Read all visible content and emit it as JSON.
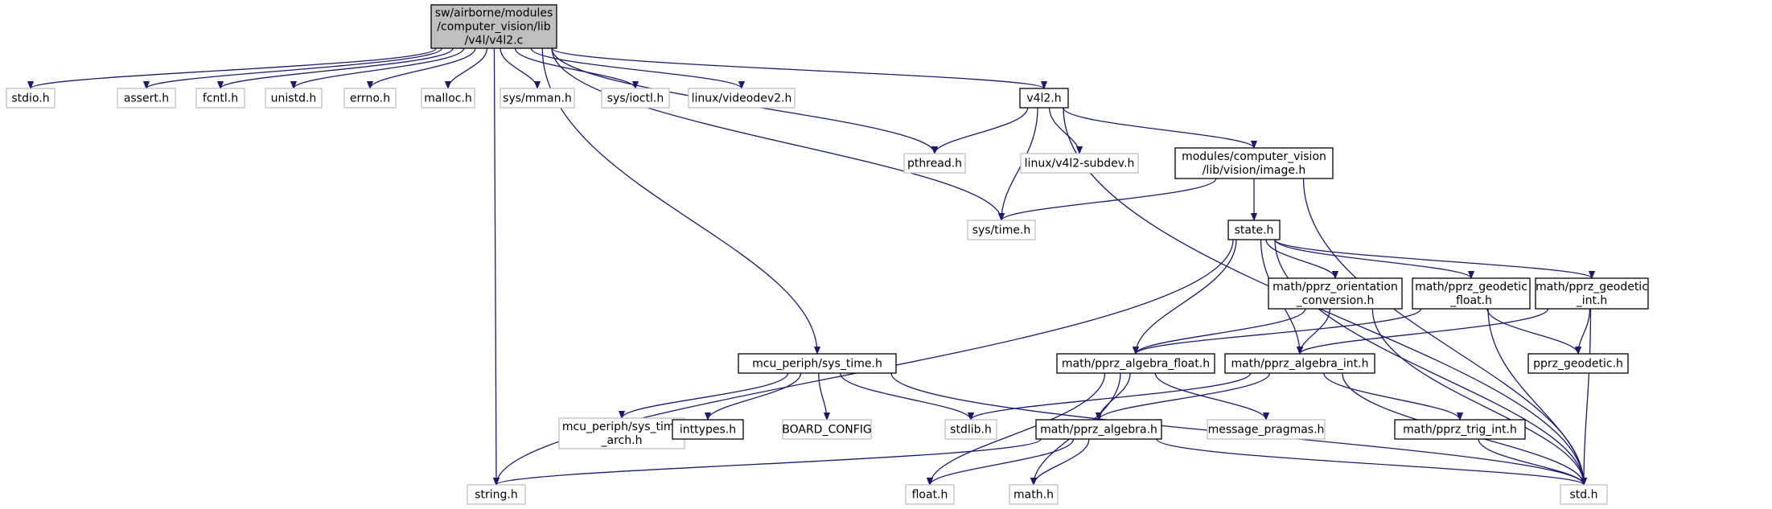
{
  "graph": {
    "nodes": [
      {
        "id": "v4l2_c",
        "lines": [
          "sw/airborne/modules",
          "/computer_vision/lib",
          "/v4l/v4l2.c"
        ],
        "root": true
      },
      {
        "id": "stdio_h",
        "lines": [
          "stdio.h"
        ],
        "missing": true
      },
      {
        "id": "assert_h",
        "lines": [
          "assert.h"
        ],
        "missing": true
      },
      {
        "id": "fcntl_h",
        "lines": [
          "fcntl.h"
        ],
        "missing": true
      },
      {
        "id": "unistd_h",
        "lines": [
          "unistd.h"
        ],
        "missing": true
      },
      {
        "id": "errno_h",
        "lines": [
          "errno.h"
        ],
        "missing": true
      },
      {
        "id": "malloc_h",
        "lines": [
          "malloc.h"
        ],
        "missing": true
      },
      {
        "id": "sys_mman_h",
        "lines": [
          "sys/mman.h"
        ],
        "missing": true
      },
      {
        "id": "sys_ioctl_h",
        "lines": [
          "sys/ioctl.h"
        ],
        "missing": true
      },
      {
        "id": "linux_videodev2_h",
        "lines": [
          "linux/videodev2.h"
        ],
        "missing": true
      },
      {
        "id": "v4l2_h",
        "lines": [
          "v4l2.h"
        ]
      },
      {
        "id": "pthread_h",
        "lines": [
          "pthread.h"
        ],
        "missing": true
      },
      {
        "id": "linux_v4l2_subdev_h",
        "lines": [
          "linux/v4l2-subdev.h"
        ],
        "missing": true
      },
      {
        "id": "image_h",
        "lines": [
          "modules/computer_vision",
          "/lib/vision/image.h"
        ]
      },
      {
        "id": "sys_time_h",
        "lines": [
          "sys/time.h"
        ],
        "missing": true
      },
      {
        "id": "state_h",
        "lines": [
          "state.h"
        ]
      },
      {
        "id": "orientation_conversion_h",
        "lines": [
          "math/pprz_orientation",
          "_conversion.h"
        ]
      },
      {
        "id": "geodetic_float_h",
        "lines": [
          "math/pprz_geodetic",
          "_float.h"
        ]
      },
      {
        "id": "geodetic_int_h",
        "lines": [
          "math/pprz_geodetic",
          "_int.h"
        ]
      },
      {
        "id": "mcu_sys_time_h",
        "lines": [
          "mcu_periph/sys_time.h"
        ]
      },
      {
        "id": "algebra_float_h",
        "lines": [
          "math/pprz_algebra_float.h"
        ]
      },
      {
        "id": "algebra_int_h",
        "lines": [
          "math/pprz_algebra_int.h"
        ]
      },
      {
        "id": "pprz_geodetic_h",
        "lines": [
          "pprz_geodetic.h"
        ]
      },
      {
        "id": "sys_time_arch_h",
        "lines": [
          "mcu_periph/sys_time",
          "_arch.h"
        ],
        "missing": true
      },
      {
        "id": "inttypes_h",
        "lines": [
          "inttypes.h"
        ]
      },
      {
        "id": "board_config",
        "lines": [
          "BOARD_CONFIG"
        ],
        "missing": true
      },
      {
        "id": "stdlib_h",
        "lines": [
          "stdlib.h"
        ],
        "missing": true
      },
      {
        "id": "algebra_h",
        "lines": [
          "math/pprz_algebra.h"
        ]
      },
      {
        "id": "message_pragmas_h",
        "lines": [
          "message_pragmas.h"
        ],
        "missing": true
      },
      {
        "id": "trig_int_h",
        "lines": [
          "math/pprz_trig_int.h"
        ]
      },
      {
        "id": "string_h",
        "lines": [
          "string.h"
        ],
        "missing": true
      },
      {
        "id": "float_h",
        "lines": [
          "float.h"
        ],
        "missing": true
      },
      {
        "id": "math_h",
        "lines": [
          "math.h"
        ],
        "missing": true
      },
      {
        "id": "std_h",
        "lines": [
          "std.h"
        ],
        "missing": true
      }
    ],
    "edges": [
      [
        "v4l2_c",
        "stdio_h"
      ],
      [
        "v4l2_c",
        "assert_h"
      ],
      [
        "v4l2_c",
        "fcntl_h"
      ],
      [
        "v4l2_c",
        "unistd_h"
      ],
      [
        "v4l2_c",
        "errno_h"
      ],
      [
        "v4l2_c",
        "malloc_h"
      ],
      [
        "v4l2_c",
        "sys_mman_h"
      ],
      [
        "v4l2_c",
        "sys_ioctl_h"
      ],
      [
        "v4l2_c",
        "linux_videodev2_h"
      ],
      [
        "v4l2_c",
        "v4l2_h"
      ],
      [
        "v4l2_c",
        "pthread_h"
      ],
      [
        "v4l2_c",
        "sys_time_h"
      ],
      [
        "v4l2_c",
        "mcu_sys_time_h"
      ],
      [
        "v4l2_c",
        "string_h"
      ],
      [
        "v4l2_h",
        "pthread_h"
      ],
      [
        "v4l2_h",
        "sys_time_h"
      ],
      [
        "v4l2_h",
        "linux_v4l2_subdev_h"
      ],
      [
        "v4l2_h",
        "image_h"
      ],
      [
        "v4l2_h",
        "std_h"
      ],
      [
        "image_h",
        "sys_time_h"
      ],
      [
        "image_h",
        "state_h"
      ],
      [
        "image_h",
        "std_h"
      ],
      [
        "state_h",
        "orientation_conversion_h"
      ],
      [
        "state_h",
        "geodetic_float_h"
      ],
      [
        "state_h",
        "geodetic_int_h"
      ],
      [
        "state_h",
        "algebra_float_h"
      ],
      [
        "state_h",
        "algebra_int_h"
      ],
      [
        "state_h",
        "string_h"
      ],
      [
        "state_h",
        "std_h"
      ],
      [
        "orientation_conversion_h",
        "algebra_float_h"
      ],
      [
        "orientation_conversion_h",
        "algebra_int_h"
      ],
      [
        "orientation_conversion_h",
        "std_h"
      ],
      [
        "geodetic_float_h",
        "algebra_float_h"
      ],
      [
        "geodetic_float_h",
        "pprz_geodetic_h"
      ],
      [
        "geodetic_float_h",
        "std_h"
      ],
      [
        "geodetic_int_h",
        "algebra_int_h"
      ],
      [
        "geodetic_int_h",
        "pprz_geodetic_h"
      ],
      [
        "geodetic_int_h",
        "std_h"
      ],
      [
        "mcu_sys_time_h",
        "sys_time_arch_h"
      ],
      [
        "mcu_sys_time_h",
        "inttypes_h"
      ],
      [
        "mcu_sys_time_h",
        "board_config"
      ],
      [
        "mcu_sys_time_h",
        "stdlib_h"
      ],
      [
        "mcu_sys_time_h",
        "std_h"
      ],
      [
        "algebra_float_h",
        "algebra_h"
      ],
      [
        "algebra_float_h",
        "message_pragmas_h"
      ],
      [
        "algebra_float_h",
        "float_h"
      ],
      [
        "algebra_float_h",
        "math_h"
      ],
      [
        "algebra_int_h",
        "algebra_h"
      ],
      [
        "algebra_int_h",
        "stdlib_h"
      ],
      [
        "algebra_int_h",
        "trig_int_h"
      ],
      [
        "algebra_int_h",
        "std_h"
      ],
      [
        "algebra_h",
        "string_h"
      ],
      [
        "algebra_h",
        "float_h"
      ],
      [
        "algebra_h",
        "math_h"
      ],
      [
        "algebra_h",
        "std_h"
      ],
      [
        "trig_int_h",
        "std_h"
      ]
    ]
  }
}
